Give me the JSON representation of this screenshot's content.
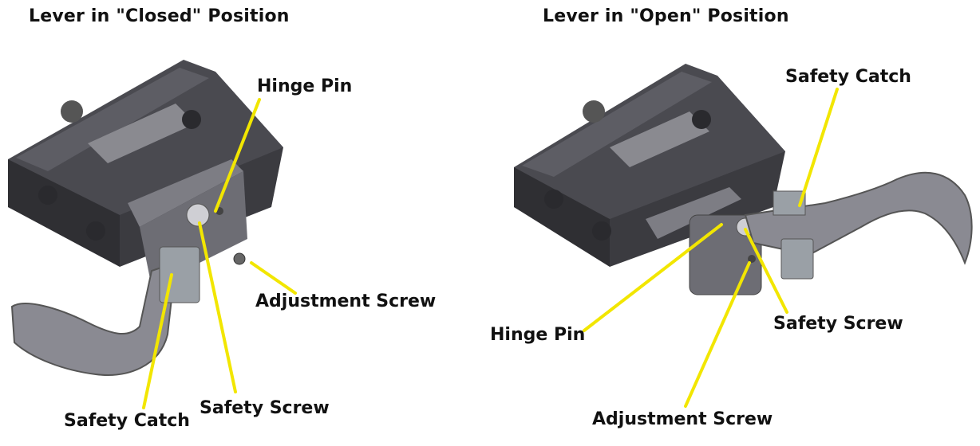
{
  "closed": {
    "title": "Lever in \"Closed\" Position",
    "labels": {
      "hinge_pin": "Hinge Pin",
      "adjustment_screw": "Adjustment Screw",
      "safety_catch": "Safety Catch",
      "safety_screw": "Safety Screw"
    }
  },
  "open": {
    "title": "Lever in \"Open\" Position",
    "labels": {
      "safety_catch": "Safety Catch",
      "hinge_pin": "Hinge Pin",
      "safety_screw": "Safety Screw",
      "adjustment_screw": "Adjustment Screw"
    }
  },
  "colors": {
    "leader_line": "#f2e600",
    "body_dark": "#3a3a3e",
    "body_mid": "#55555b",
    "metal_light": "#9a9aa0"
  }
}
